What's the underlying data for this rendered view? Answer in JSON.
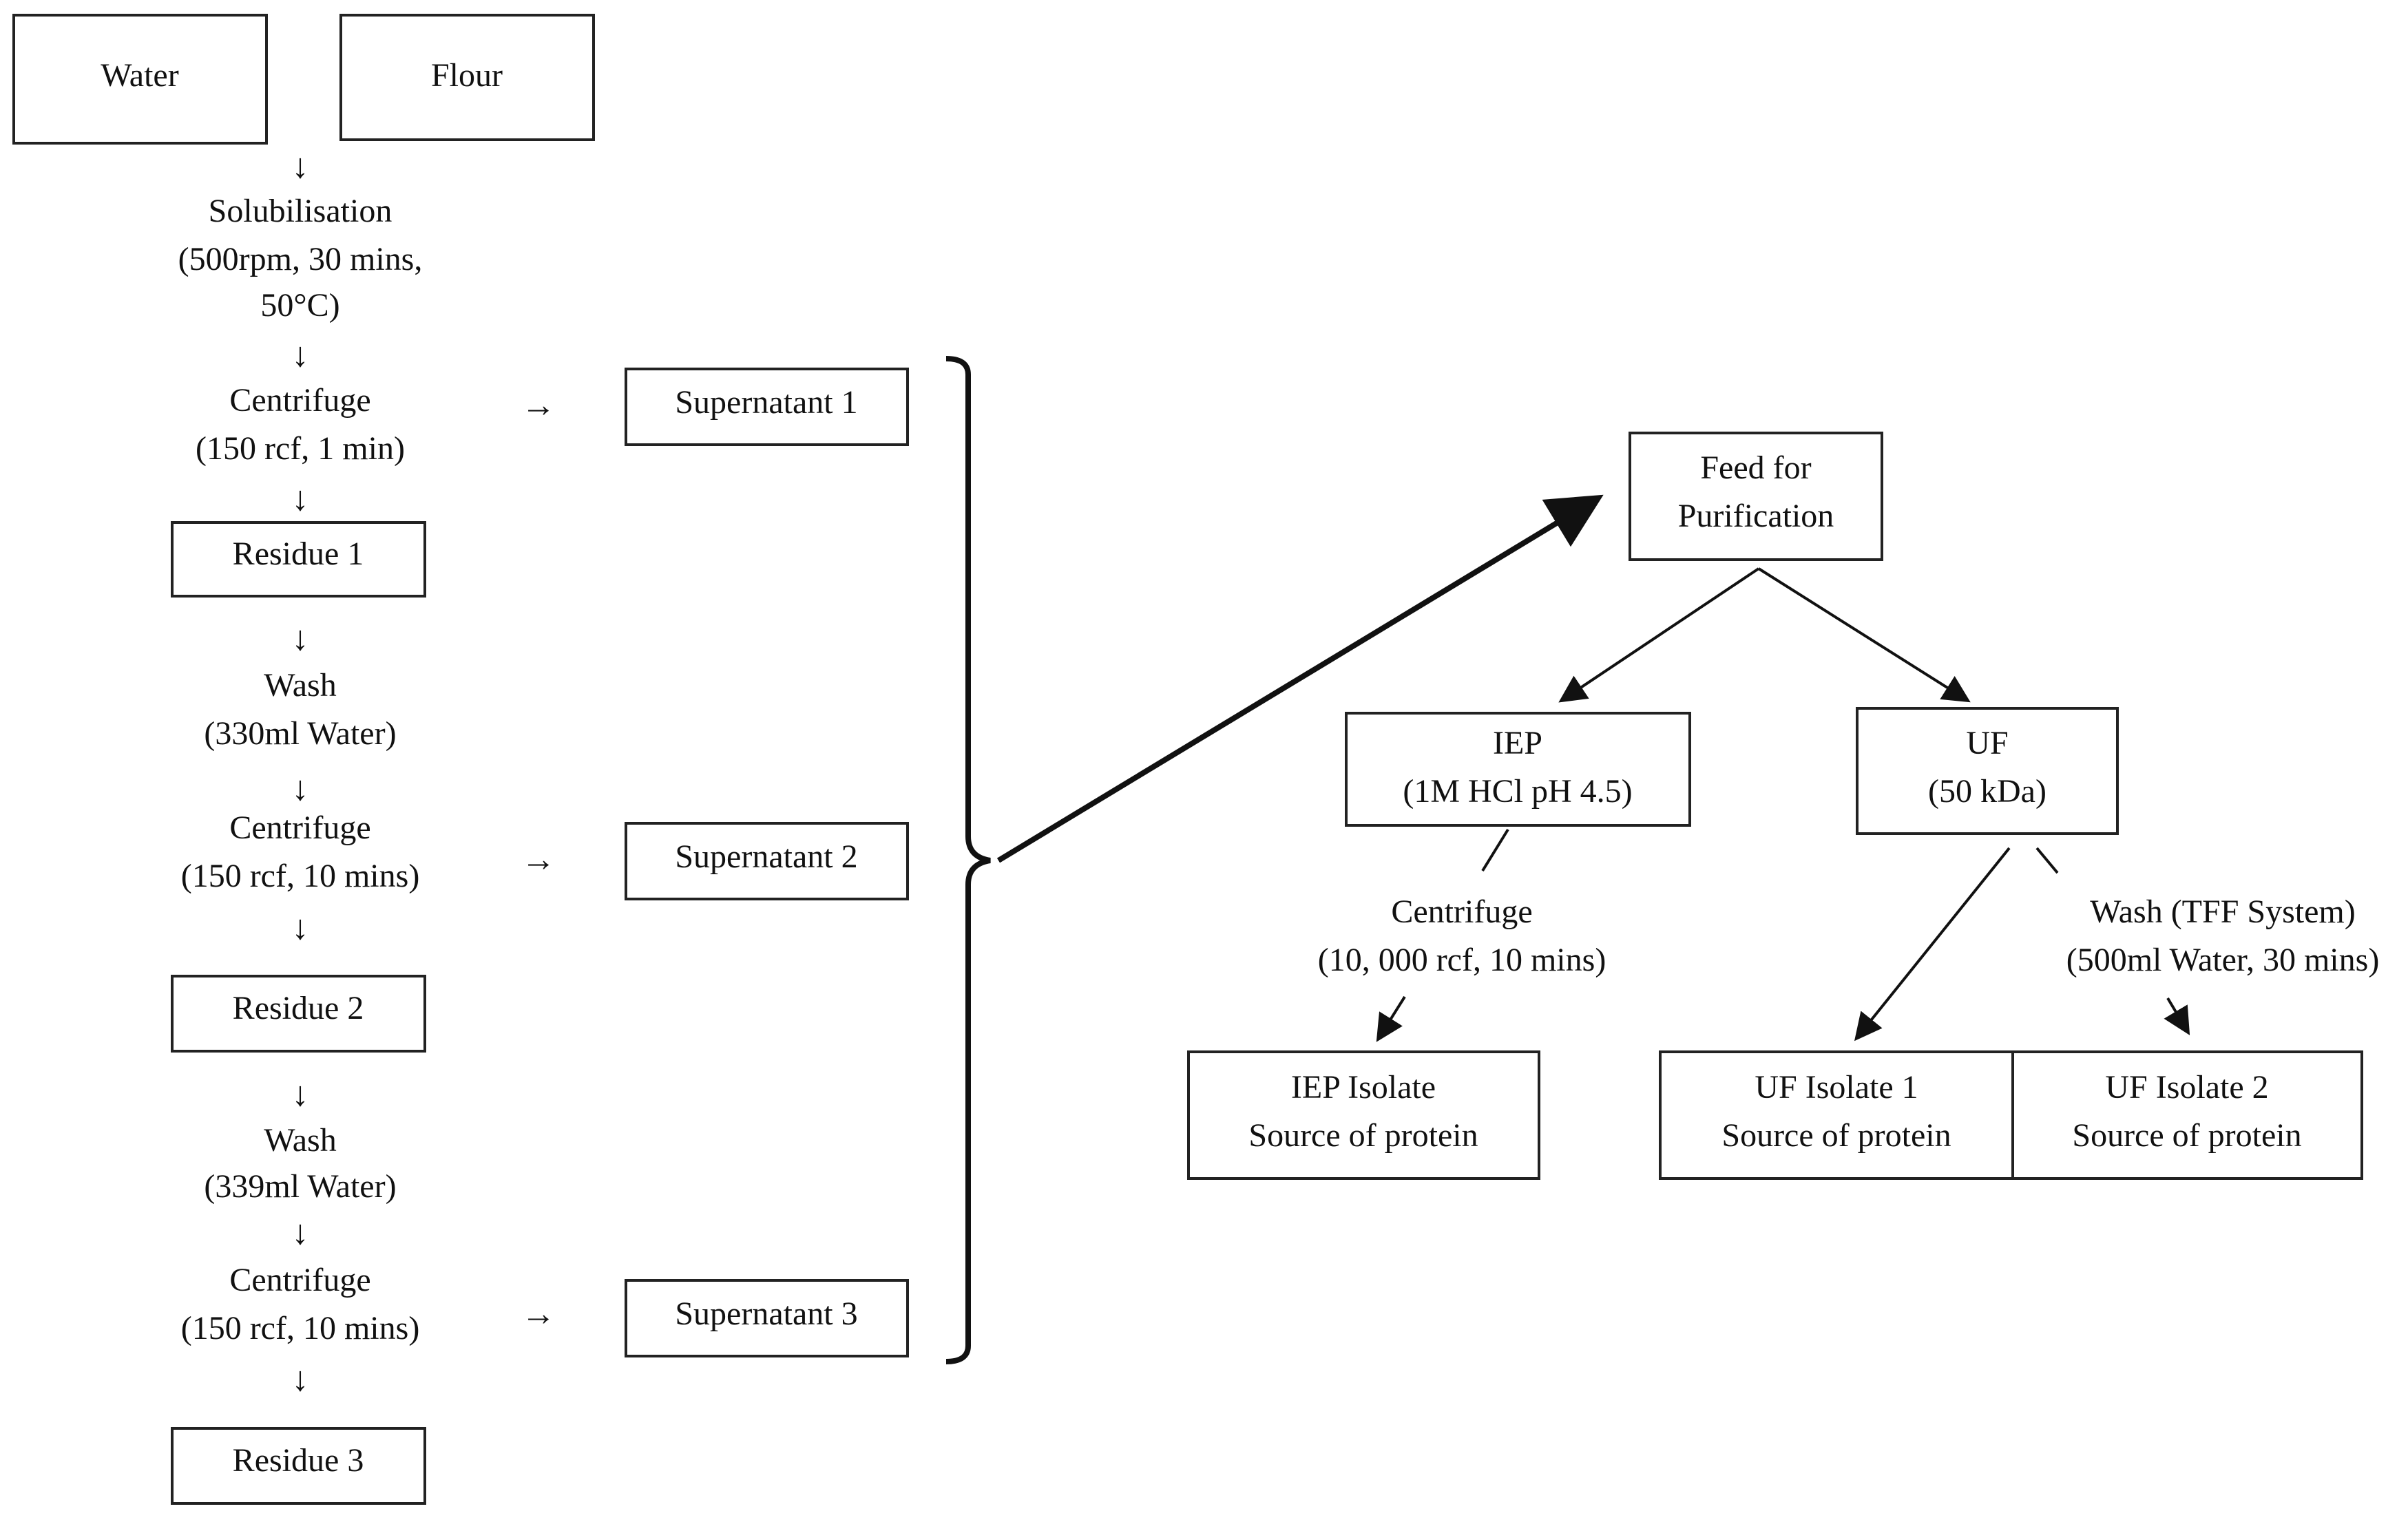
{
  "diagram": {
    "water": "Water",
    "flour": "Flour",
    "solubilisation": [
      "Solubilisation",
      "(500rpm, 30 mins,",
      "50°C)"
    ],
    "centrifuge1": [
      "Centrifuge",
      "(150 rcf, 1 min)"
    ],
    "residue1": "Residue 1",
    "wash1": [
      "Wash",
      "(330ml Water)"
    ],
    "centrifuge2": [
      "Centrifuge",
      "(150 rcf, 10 mins)"
    ],
    "residue2": "Residue 2",
    "wash2": [
      "Wash",
      "(339ml Water)"
    ],
    "centrifuge3": [
      "Centrifuge",
      "(150 rcf, 10 mins)"
    ],
    "residue3": "Residue 3",
    "supernatant1": "Supernatant 1",
    "supernatant2": "Supernatant 2",
    "supernatant3": "Supernatant 3",
    "feed": [
      "Feed for",
      "Purification"
    ],
    "iep": [
      "IEP",
      "(1M HCl pH 4.5)"
    ],
    "uf": [
      "UF",
      "(50 kDa)"
    ],
    "centrifuge_iep": [
      "Centrifuge",
      "(10, 000 rcf, 10 mins)"
    ],
    "wash_tff": [
      "Wash (TFF System)",
      "(500ml Water, 30 mins)"
    ],
    "iep_isolate": [
      "IEP Isolate",
      "Source of protein"
    ],
    "uf_isolate1": [
      "UF Isolate 1",
      "Source of protein"
    ],
    "uf_isolate2": [
      "UF Isolate 2",
      "Source of protein"
    ],
    "down_arrow_glyph": "↓",
    "right_arrow_glyph": "→"
  }
}
